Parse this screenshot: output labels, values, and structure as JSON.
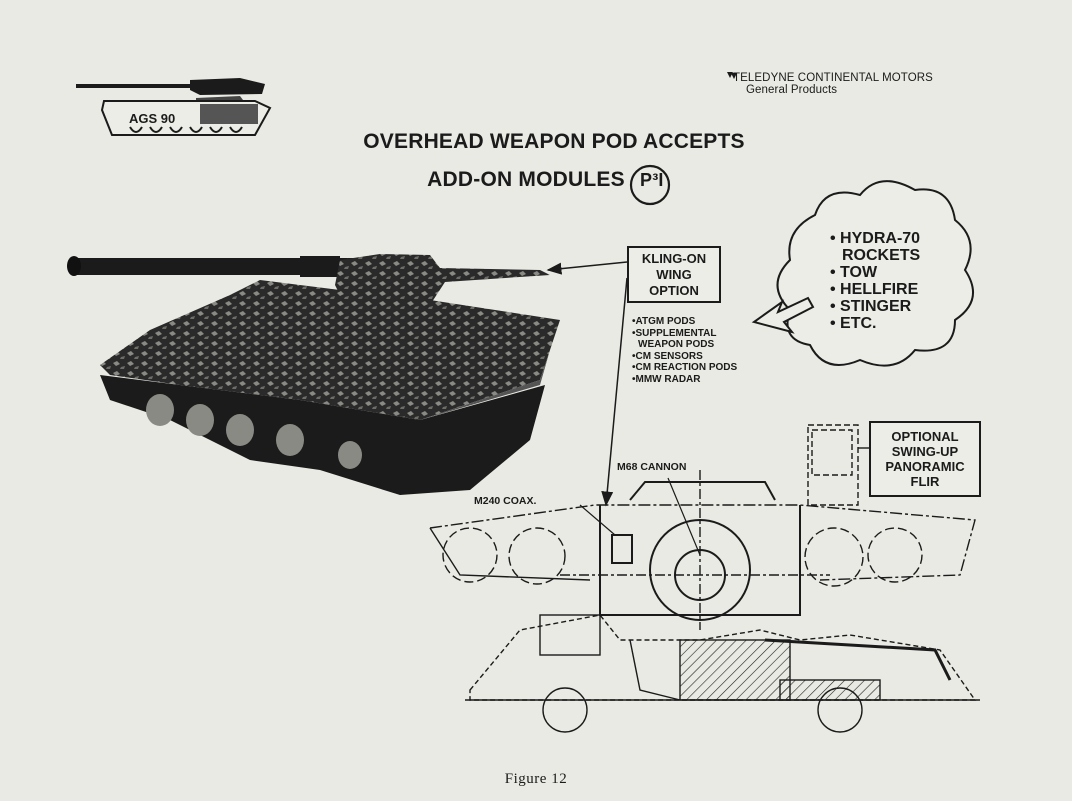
{
  "header": {
    "logo_text": "AGS 90",
    "company_line1": "TELEDYNE CONTINENTAL MOTORS",
    "company_line2": "General Products"
  },
  "title": {
    "line1": "OVERHEAD WEAPON POD ACCEPTS",
    "line2": "ADD-ON MODULES",
    "badge": "P³I"
  },
  "kling_box": {
    "lines": [
      "KLING-ON",
      "WING",
      "OPTION"
    ]
  },
  "kling_options": [
    "•ATGM PODS",
    "•SUPPLEMENTAL",
    "WEAPON PODS",
    "•CM SENSORS",
    "•CM REACTION PODS",
    "•MMW RADAR"
  ],
  "cloud_items": [
    "• HYDRA-70",
    "ROCKETS",
    "• TOW",
    "• HELLFIRE",
    "• STINGER",
    "• ETC."
  ],
  "flir_box": {
    "lines": [
      "OPTIONAL",
      "SWING-UP",
      "PANORAMIC",
      "FLIR"
    ]
  },
  "labels": {
    "m68": "M68 CANNON",
    "m240": "M240 COAX."
  },
  "caption": "Figure 12"
}
